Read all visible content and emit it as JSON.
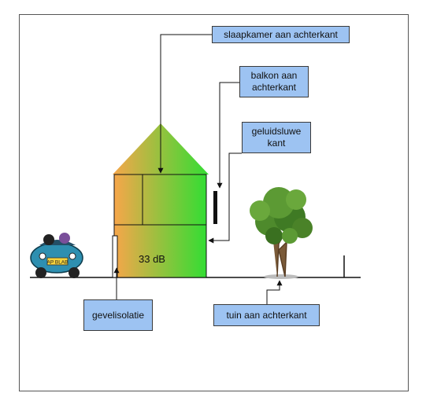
{
  "labels": {
    "bedroom": "slaapkamer aan achterkant",
    "balcony": "balkon aan achterkant",
    "quiet_side": "geluidsluwe kant",
    "insulation": "gevelisolatie",
    "garden": "tuin aan achterkant",
    "decibel": "33 dB"
  },
  "plate": "AP BLAB",
  "colors": {
    "callout_fill": "#9dc3f2",
    "gradient_start": "#f7a64a",
    "gradient_end": "#33dd33",
    "car_body": "#2e8fb0"
  }
}
